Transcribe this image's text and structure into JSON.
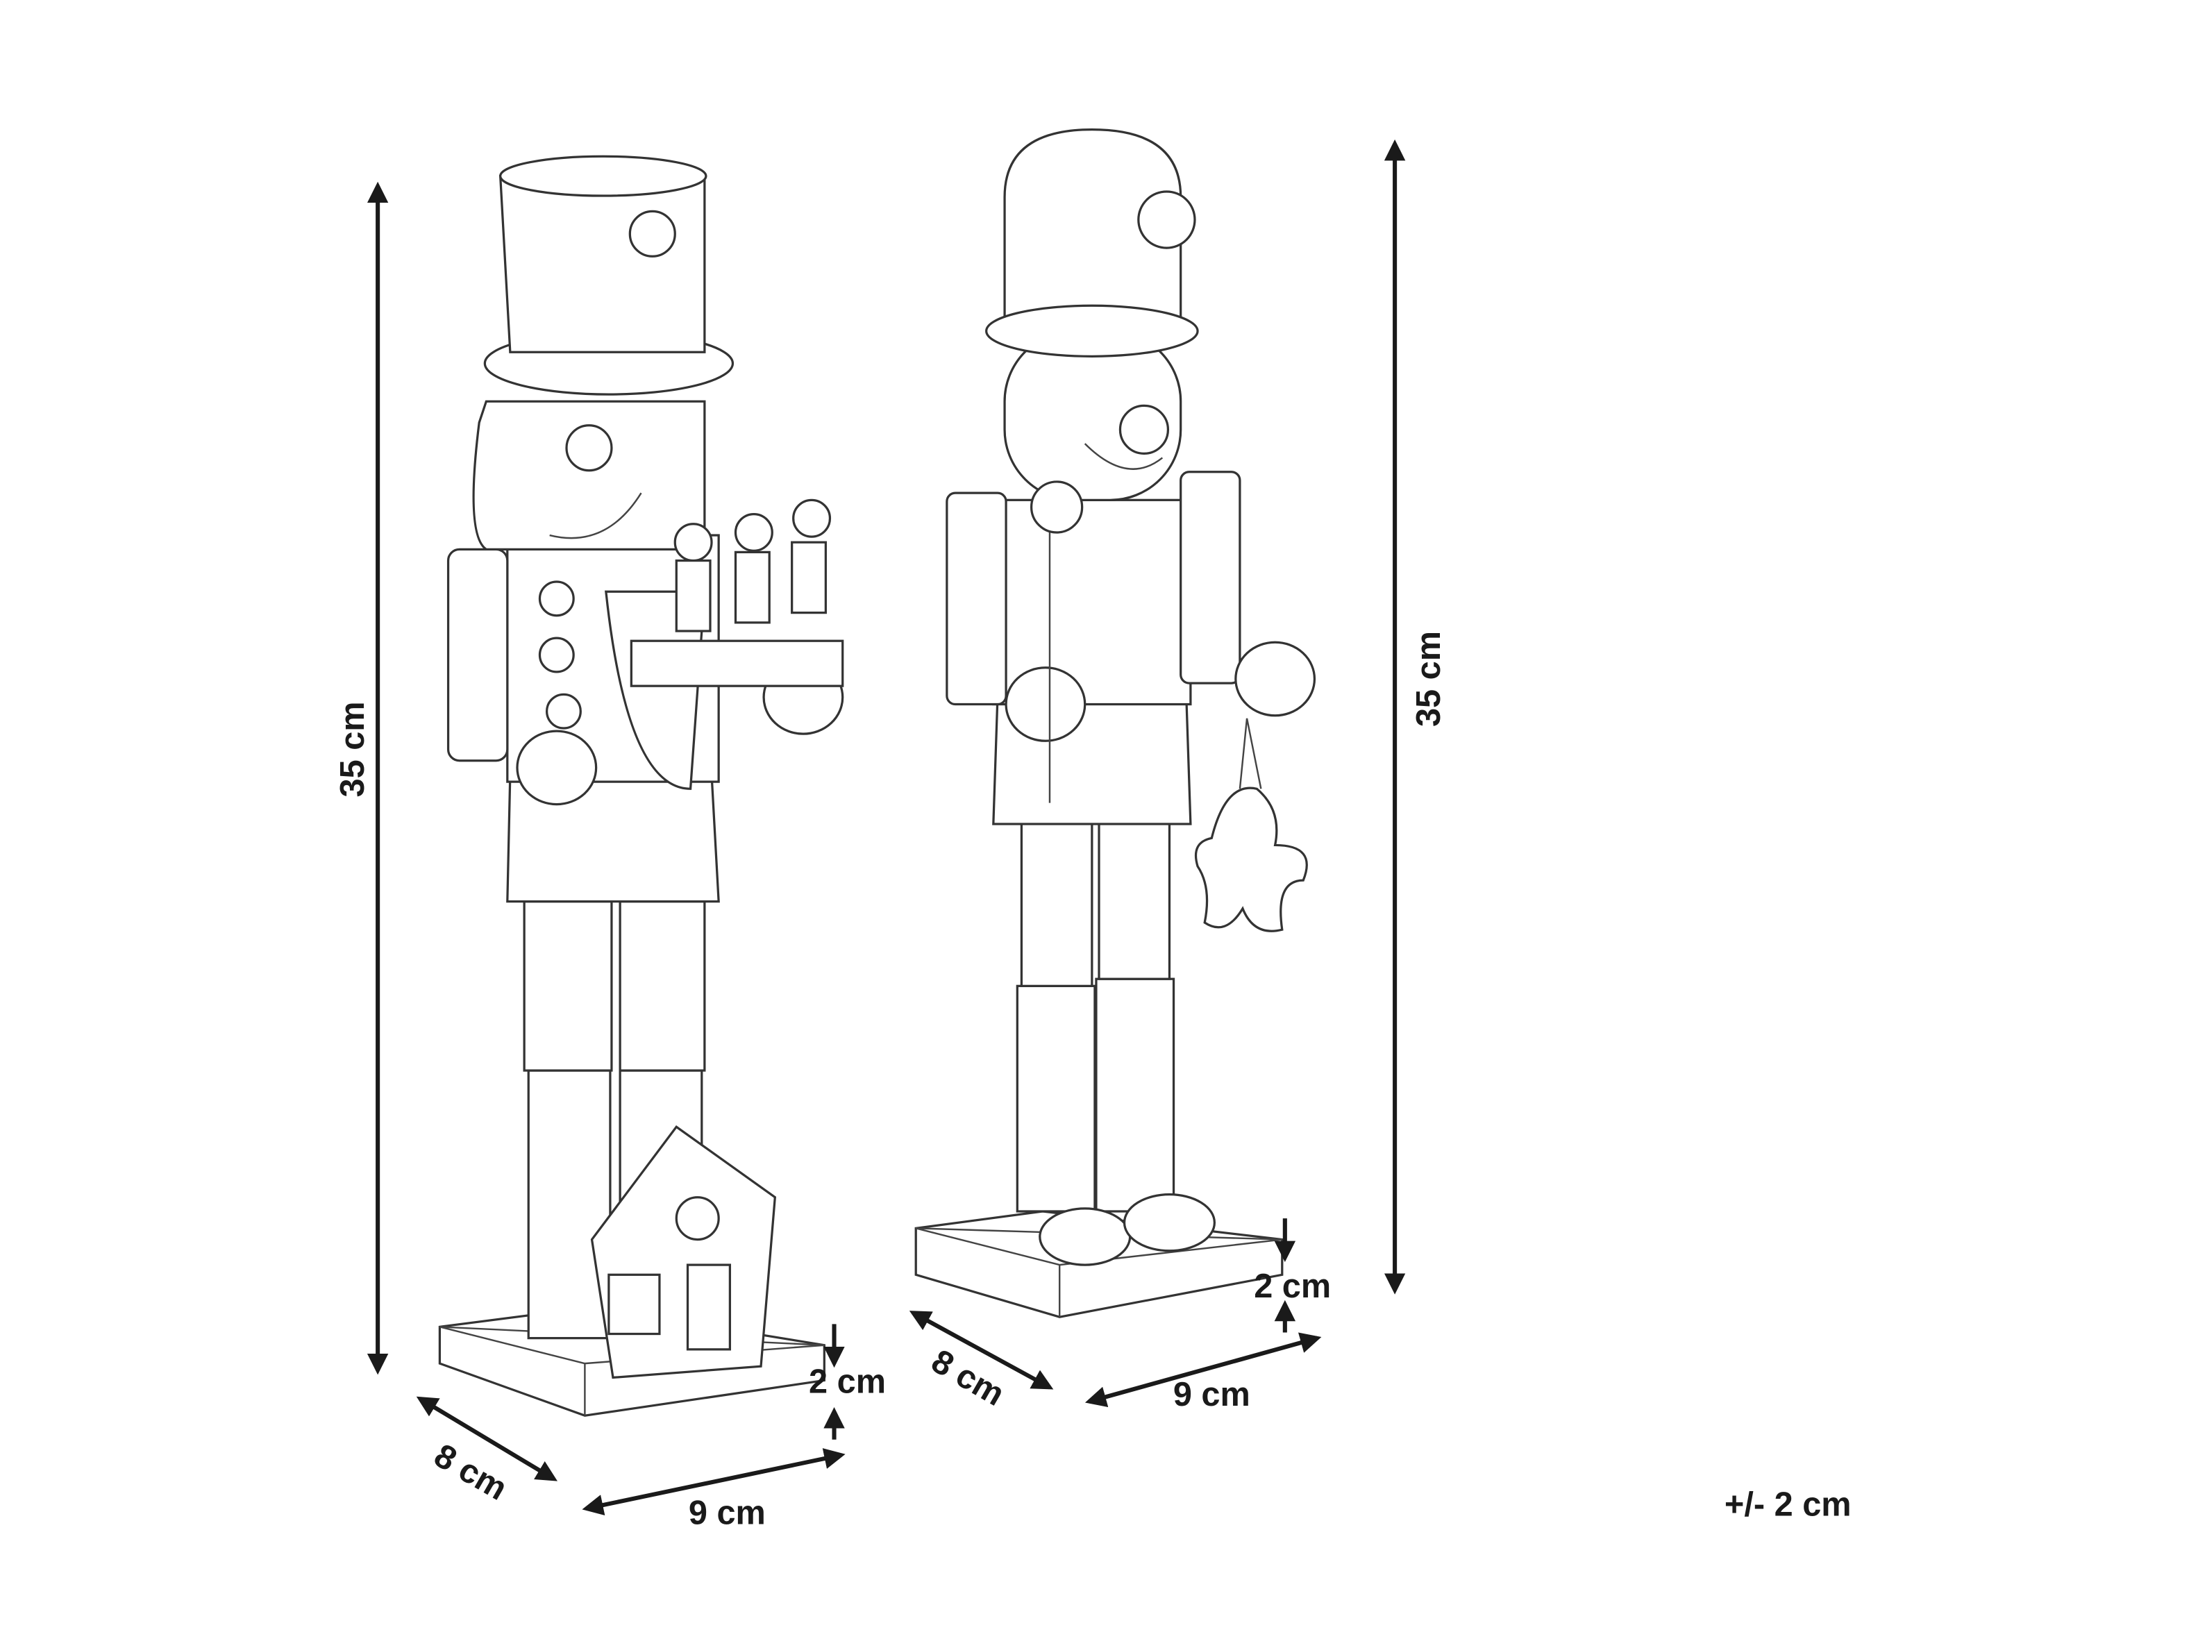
{
  "diagram": {
    "left_figure": {
      "height_label": "35 cm",
      "depth_label": "8 cm",
      "width_label": "9 cm",
      "base_height_label": "2 cm"
    },
    "right_figure": {
      "height_label": "35 cm",
      "depth_label": "8 cm",
      "width_label": "9 cm",
      "base_height_label": "2 cm"
    },
    "tolerance_label": "+/- 2 cm"
  }
}
